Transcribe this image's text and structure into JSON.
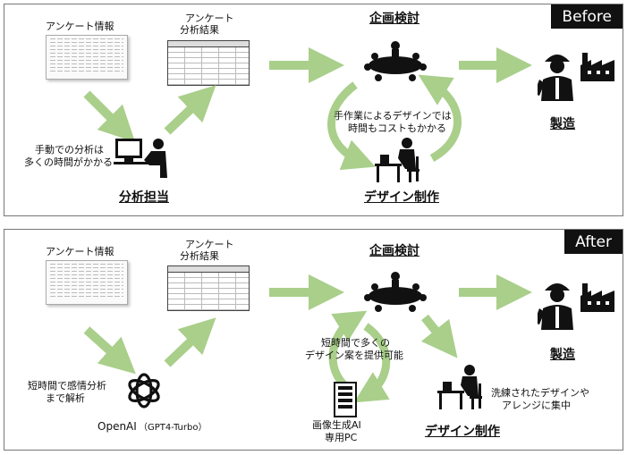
{
  "before": {
    "tag": "Before",
    "survey_label": "アンケート情報",
    "result_label_1": "アンケート",
    "result_label_2": "分析結果",
    "manual_note_1": "手動での分析は",
    "manual_note_2": "多くの時間がかかる",
    "analyst_label": "分析担当",
    "planning_label": "企画検討",
    "loop_note_1": "手作業によるデザインでは",
    "loop_note_2": "時間もコストもかかる",
    "design_label": "デザイン制作",
    "manufacturing_label": "製造"
  },
  "after": {
    "tag": "After",
    "survey_label": "アンケート情報",
    "result_label_1": "アンケート",
    "result_label_2": "分析結果",
    "sentiment_note_1": "短時間で感情分析",
    "sentiment_note_2": "まで解析",
    "ai_name": "OpenAI",
    "ai_model": "（GPT4-Turbo）",
    "planning_label": "企画検討",
    "loop_note_1": "短時間で多くの",
    "loop_note_2": "デザイン案を提供可能",
    "pc_label_1": "画像生成AI",
    "pc_label_2": "専用PC",
    "design_label": "デザイン制作",
    "refine_note_1": "洗練されたデザインや",
    "refine_note_2": "アレンジに集中",
    "manufacturing_label": "製造"
  },
  "colors": {
    "arrow": "#a9cf8a",
    "arrow_dark": "#8cbf6a",
    "icon": "#111111"
  },
  "icons": [
    "meeting-table-icon",
    "worker-icon",
    "factory-icon",
    "analyst-computer-icon",
    "designer-desk-icon",
    "openai-logo-icon",
    "server-pc-icon"
  ]
}
